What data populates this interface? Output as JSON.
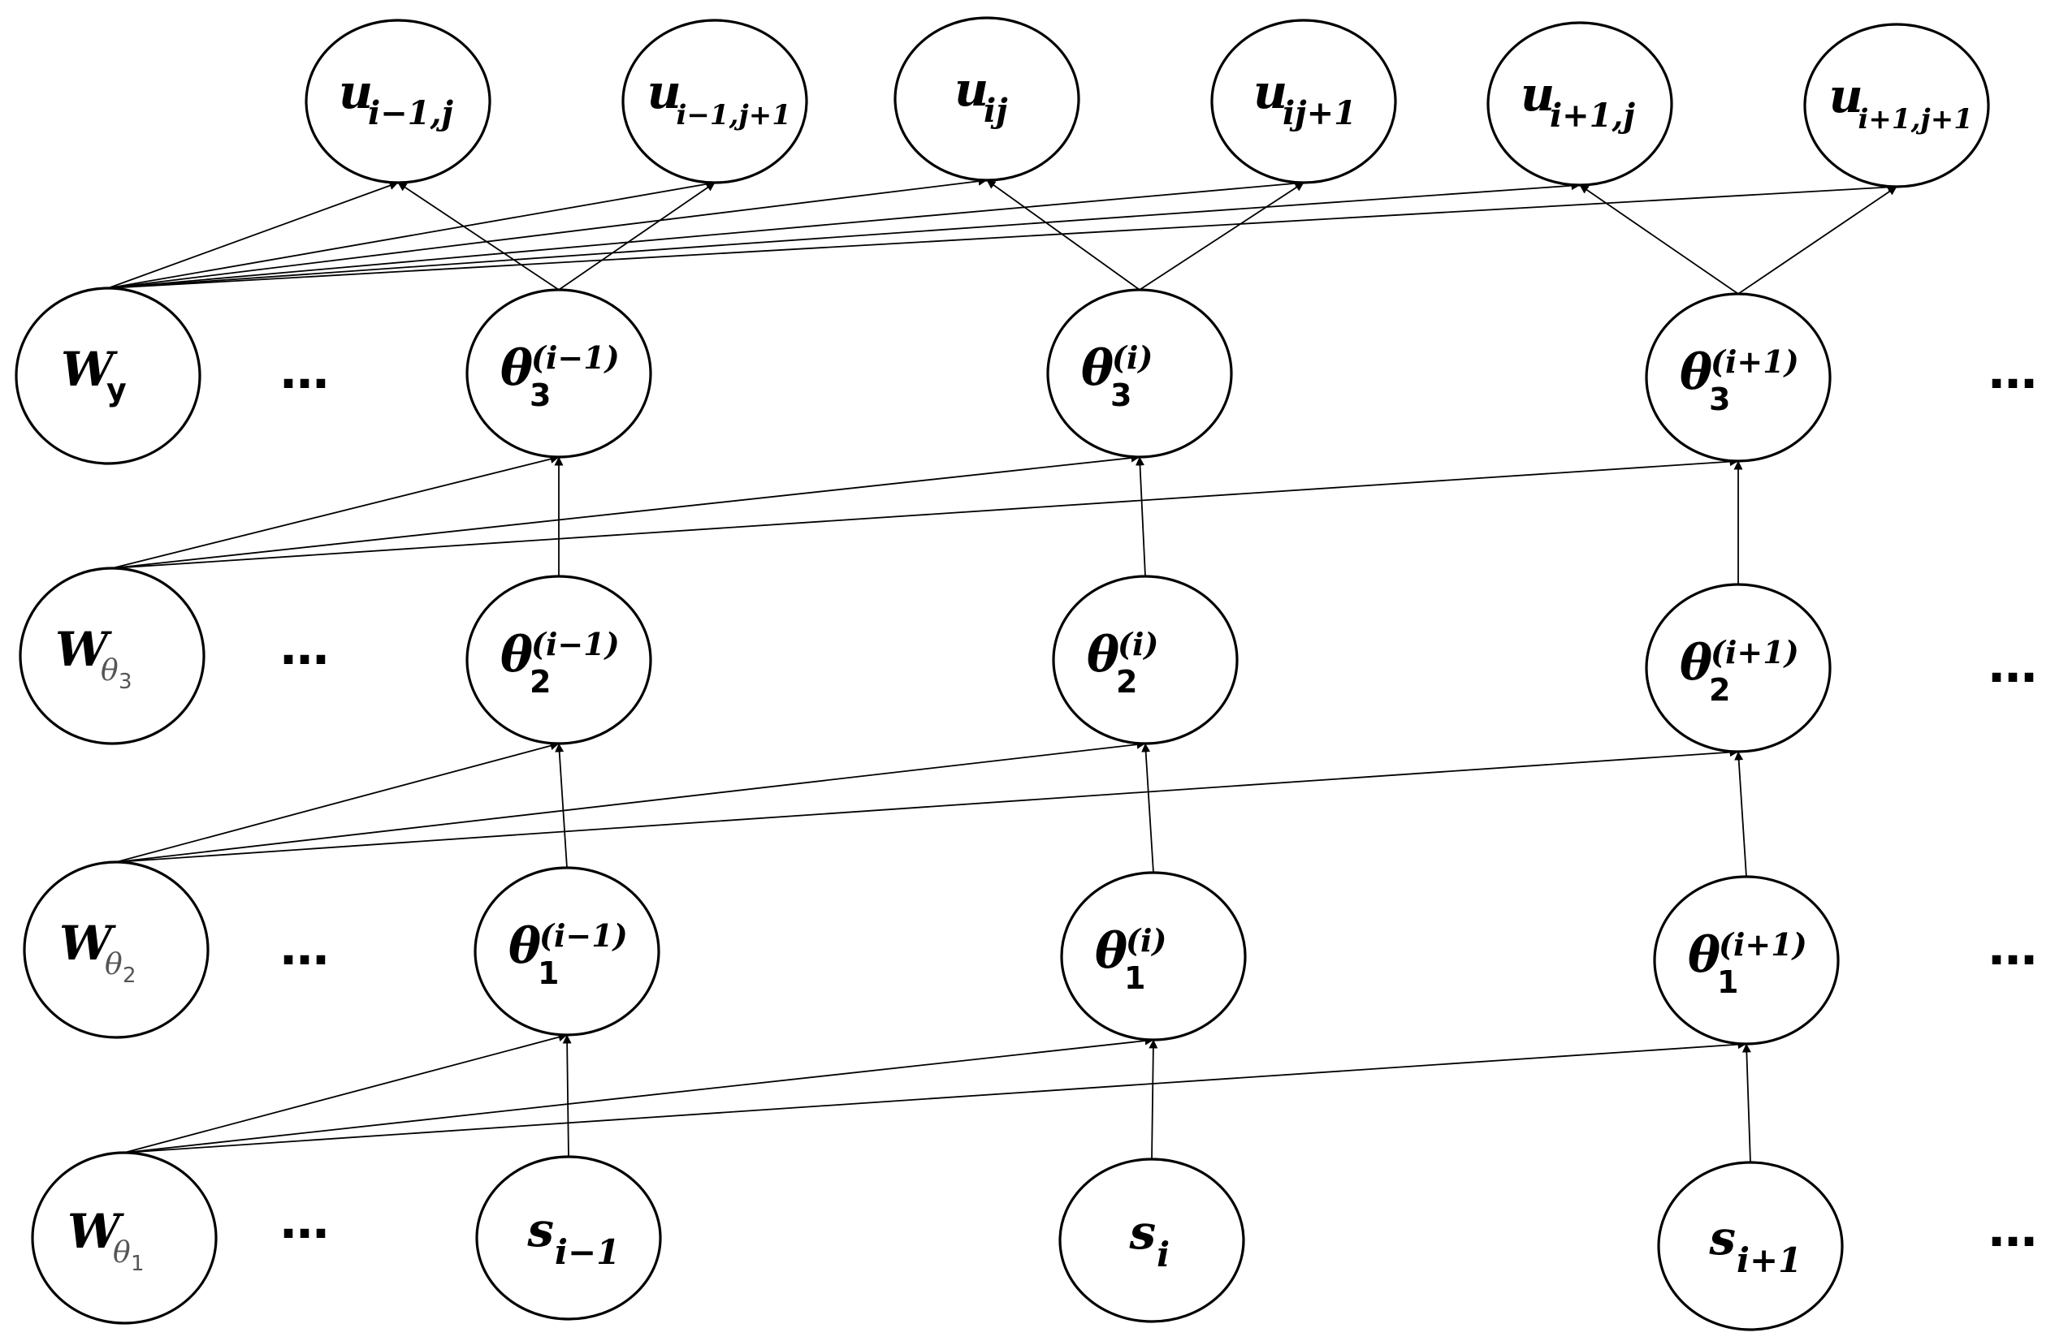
{
  "nodes": {
    "u_im1_j": {
      "base": "u",
      "sub": "i−1,j"
    },
    "u_im1_jp1": {
      "base": "u",
      "sub": "i−1,j+1"
    },
    "u_i_j": {
      "base": "u",
      "sub": "ij"
    },
    "u_i_jp1": {
      "base": "u",
      "sub": "ij+1"
    },
    "u_ip1_j": {
      "base": "u",
      "sub": "i+1,j"
    },
    "u_ip1_jp1": {
      "base": "u",
      "sub": "i+1,j+1"
    },
    "W_y": {
      "base": "W",
      "sub": "y"
    },
    "W_theta3": {
      "base": "W",
      "sub": "θ",
      "subsub": "3"
    },
    "W_theta2": {
      "base": "W",
      "sub": "θ",
      "subsub": "2"
    },
    "W_theta1": {
      "base": "W",
      "sub": "θ",
      "subsub": "1"
    },
    "theta3_im1": {
      "base": "θ",
      "sub": "3",
      "sup": "(i−1)"
    },
    "theta3_i": {
      "base": "θ",
      "sub": "3",
      "sup": "(i)"
    },
    "theta3_ip1": {
      "base": "θ",
      "sub": "3",
      "sup": "(i+1)"
    },
    "theta2_im1": {
      "base": "θ",
      "sub": "2",
      "sup": "(i−1)"
    },
    "theta2_i": {
      "base": "θ",
      "sub": "2",
      "sup": "(i)"
    },
    "theta2_ip1": {
      "base": "θ",
      "sub": "2",
      "sup": "(i+1)"
    },
    "theta1_im1": {
      "base": "θ",
      "sub": "1",
      "sup": "(i−1)"
    },
    "theta1_i": {
      "base": "θ",
      "sub": "1",
      "sup": "(i)"
    },
    "theta1_ip1": {
      "base": "θ",
      "sub": "1",
      "sup": "(i+1)"
    },
    "s_im1": {
      "base": "s",
      "sub": "i−1"
    },
    "s_i": {
      "base": "s",
      "sub": "i"
    },
    "s_ip1": {
      "base": "s",
      "sub": "i+1"
    }
  },
  "ellipsis": "…",
  "edges": [
    [
      "W_y",
      "u_im1_j"
    ],
    [
      "W_y",
      "u_im1_jp1"
    ],
    [
      "W_y",
      "u_i_j"
    ],
    [
      "W_y",
      "u_i_jp1"
    ],
    [
      "W_y",
      "u_ip1_j"
    ],
    [
      "W_y",
      "u_ip1_jp1"
    ],
    [
      "theta3_im1",
      "u_im1_j"
    ],
    [
      "theta3_im1",
      "u_im1_jp1"
    ],
    [
      "theta3_i",
      "u_i_j"
    ],
    [
      "theta3_i",
      "u_i_jp1"
    ],
    [
      "theta3_ip1",
      "u_ip1_j"
    ],
    [
      "theta3_ip1",
      "u_ip1_jp1"
    ],
    [
      "W_theta3",
      "theta3_im1"
    ],
    [
      "W_theta3",
      "theta3_i"
    ],
    [
      "W_theta3",
      "theta3_ip1"
    ],
    [
      "theta2_im1",
      "theta3_im1"
    ],
    [
      "theta2_i",
      "theta3_i"
    ],
    [
      "theta2_ip1",
      "theta3_ip1"
    ],
    [
      "W_theta2",
      "theta2_im1"
    ],
    [
      "W_theta2",
      "theta2_i"
    ],
    [
      "W_theta2",
      "theta2_ip1"
    ],
    [
      "theta1_im1",
      "theta2_im1"
    ],
    [
      "theta1_i",
      "theta2_i"
    ],
    [
      "theta1_ip1",
      "theta2_ip1"
    ],
    [
      "W_theta1",
      "theta1_im1"
    ],
    [
      "W_theta1",
      "theta1_i"
    ],
    [
      "W_theta1",
      "theta1_ip1"
    ],
    [
      "s_im1",
      "theta1_im1"
    ],
    [
      "s_i",
      "theta1_i"
    ],
    [
      "s_ip1",
      "theta1_ip1"
    ]
  ]
}
